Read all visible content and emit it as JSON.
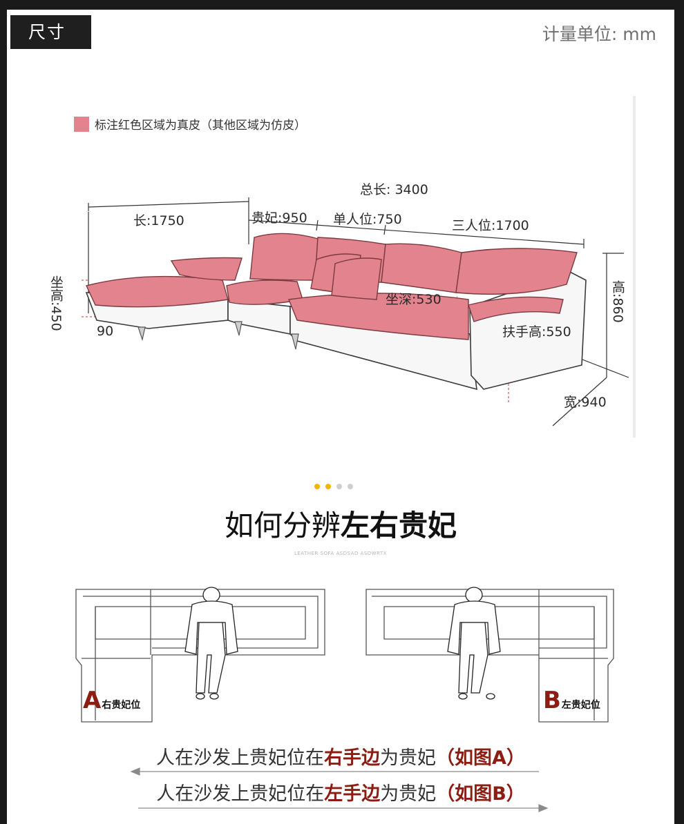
{
  "header": {
    "tag": "尺寸",
    "unit": "计量单位: mm"
  },
  "legend": {
    "color": "#e3838e",
    "text": "标注红色区域为真皮（其他区域为仿皮）"
  },
  "dimensions": {
    "total": "总长: 3400",
    "length": "长:1750",
    "chaise": "贵妃:950",
    "single_seat": "单人位:750",
    "three_seat": "三人位:1700",
    "seat_height": "坐高:450",
    "leg": "90",
    "seat_depth": "坐深:530",
    "arm_height": "扶手高:550",
    "height": "高:860",
    "width": "宽:940"
  },
  "carousel": {
    "dot_colors": [
      "#f5b400",
      "#f5b400",
      "#cfcfcf",
      "#cfcfcf"
    ]
  },
  "section": {
    "title_plain": "如何分辨",
    "title_bold": "左右贵妃",
    "subtitle": "LEATHER SOFA ASDSAD ASDWRTX"
  },
  "diagram_a": {
    "letter": "A",
    "label": "右贵妃位"
  },
  "diagram_b": {
    "letter": "B",
    "label": "左贵妃位"
  },
  "explain": [
    {
      "pre": "人在沙发上贵妃位在",
      "hl": "右手边",
      "post": "为贵妃",
      "paren": "（如图A）"
    },
    {
      "pre": "人在沙发上贵妃位在",
      "hl": "左手边",
      "post": "为贵妃",
      "paren": "（如图B）"
    }
  ]
}
